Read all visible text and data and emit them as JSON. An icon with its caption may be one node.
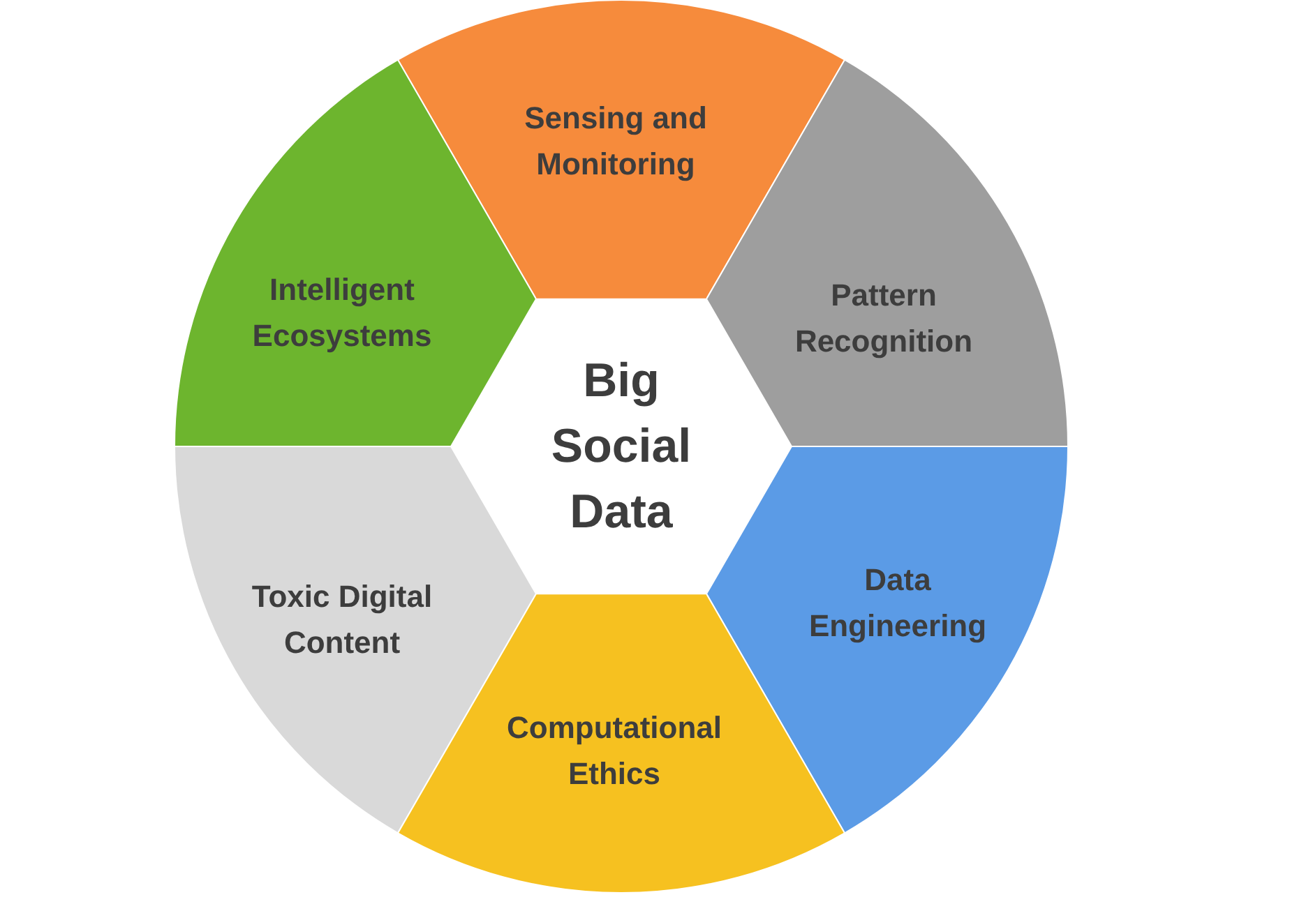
{
  "diagram": {
    "nodes": [
      {
        "text": [
          "Sensing and Monitoring"
        ]
      },
      {
        "text": [
          "Intelligent Ecosystems"
        ]
      },
      {
        "text": [
          "Pattern Recognition"
        ]
      },
      {
        "text": [
          "Big Social Data"
        ]
      },
      {
        "text": [
          "Toxic Digital Content"
        ]
      },
      {
        "text": [
          "Data Engineering"
        ]
      },
      {
        "text": [
          "Computational Ethics"
        ]
      }
    ]
  }
}
